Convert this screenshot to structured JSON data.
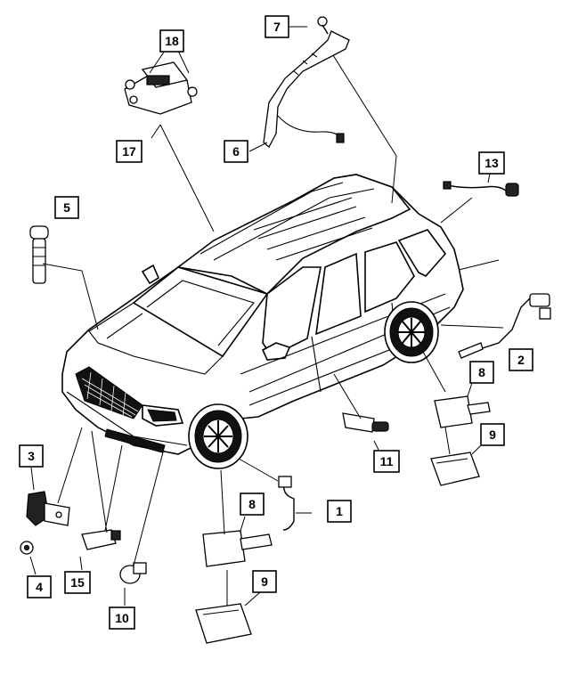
{
  "diagram": {
    "callouts": [
      {
        "id": "c18",
        "label": "18"
      },
      {
        "id": "c7",
        "label": "7"
      },
      {
        "id": "c17",
        "label": "17"
      },
      {
        "id": "c6",
        "label": "6"
      },
      {
        "id": "c13",
        "label": "13"
      },
      {
        "id": "c5",
        "label": "5"
      },
      {
        "id": "c2",
        "label": "2"
      },
      {
        "id": "c8a",
        "label": "8"
      },
      {
        "id": "c9a",
        "label": "9"
      },
      {
        "id": "c11",
        "label": "11"
      },
      {
        "id": "c3",
        "label": "3"
      },
      {
        "id": "c1",
        "label": "1"
      },
      {
        "id": "c8b",
        "label": "8"
      },
      {
        "id": "c4",
        "label": "4"
      },
      {
        "id": "c15",
        "label": "15"
      },
      {
        "id": "c9b",
        "label": "9"
      },
      {
        "id": "c10",
        "label": "10"
      }
    ]
  }
}
